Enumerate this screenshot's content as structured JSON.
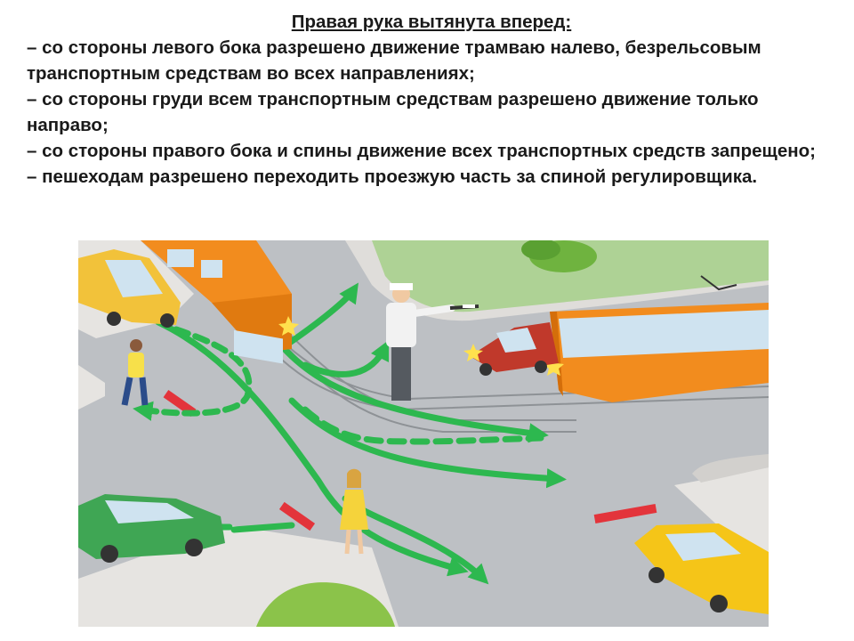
{
  "title": "Правая рука вытянута вперед:",
  "bullets": [
    "– со стороны левого бока разрешено движение трамваю налево, безрельсовым транспортным средствам во всех направлениях;",
    "– со стороны груди всем транспортным средствам разрешено движение только направо;",
    "– со стороны правого бока и спины движение всех транспортных средств запрещено;",
    "– пешеходам разрешено переходить проезжую часть за спиной регулировщика."
  ],
  "colors": {
    "road": "#bdc0c4",
    "sidewalk": "#e6e4e1",
    "grass": "#8bc34a",
    "arrow": "#2db84f",
    "stop_line": "#e3343b",
    "tram": "#f28c1e",
    "car_yellow_left": "#f2c23a",
    "car_green": "#3fa654",
    "car_yellow_right": "#f5c518",
    "car_red": "#c0392b"
  }
}
